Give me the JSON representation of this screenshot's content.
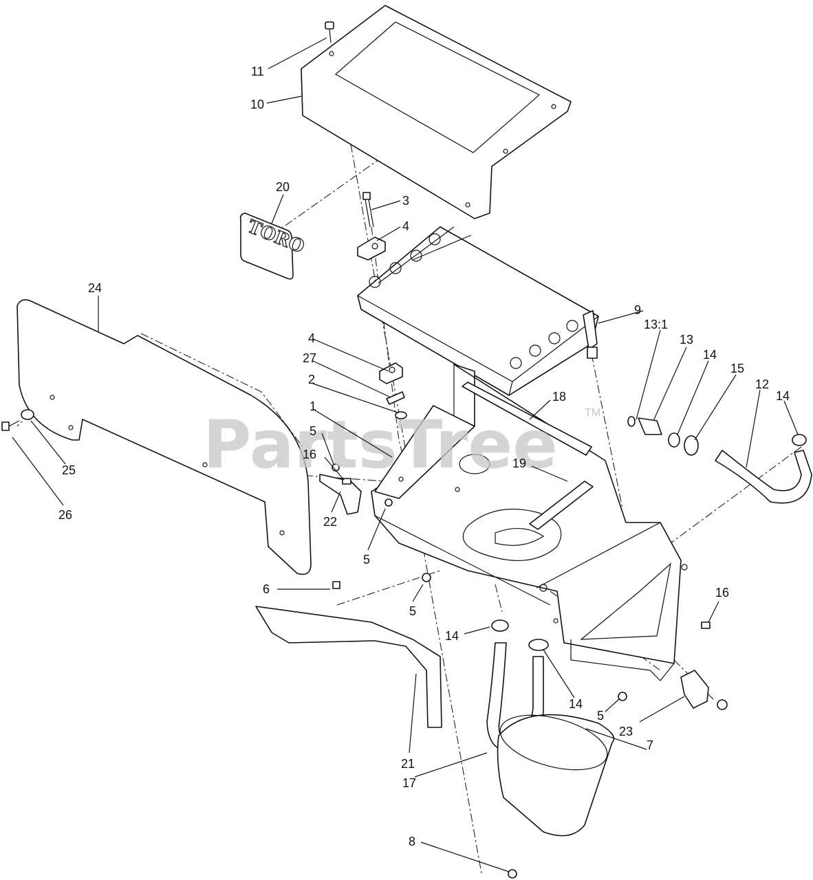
{
  "watermark": {
    "text": "PartsTree",
    "tm": "TM"
  },
  "colors": {
    "line": "#111111",
    "watermark": "#c8c8c8",
    "background": "#ffffff"
  },
  "decal_logo_text": "TORO",
  "callouts": [
    {
      "id": "c11",
      "label": "11"
    },
    {
      "id": "c10",
      "label": "10"
    },
    {
      "id": "c20",
      "label": "20"
    },
    {
      "id": "c3",
      "label": "3"
    },
    {
      "id": "c4a",
      "label": "4"
    },
    {
      "id": "c24",
      "label": "24"
    },
    {
      "id": "c9",
      "label": "9"
    },
    {
      "id": "c13_1",
      "label": "13:1"
    },
    {
      "id": "c13",
      "label": "13"
    },
    {
      "id": "c14a",
      "label": "14"
    },
    {
      "id": "c15",
      "label": "15"
    },
    {
      "id": "c12",
      "label": "12"
    },
    {
      "id": "c14b",
      "label": "14"
    },
    {
      "id": "c4b",
      "label": "4"
    },
    {
      "id": "c27",
      "label": "27"
    },
    {
      "id": "c2",
      "label": "2"
    },
    {
      "id": "c18",
      "label": "18"
    },
    {
      "id": "c1",
      "label": "1"
    },
    {
      "id": "c5a",
      "label": "5"
    },
    {
      "id": "c16a",
      "label": "16"
    },
    {
      "id": "c19",
      "label": "19"
    },
    {
      "id": "c25",
      "label": "25"
    },
    {
      "id": "c26",
      "label": "26"
    },
    {
      "id": "c22",
      "label": "22"
    },
    {
      "id": "c5b",
      "label": "5"
    },
    {
      "id": "c6",
      "label": "6"
    },
    {
      "id": "c5c",
      "label": "5"
    },
    {
      "id": "c16b",
      "label": "16"
    },
    {
      "id": "c14c",
      "label": "14"
    },
    {
      "id": "c14d",
      "label": "14"
    },
    {
      "id": "c5d",
      "label": "5"
    },
    {
      "id": "c23",
      "label": "23"
    },
    {
      "id": "c7",
      "label": "7"
    },
    {
      "id": "c21",
      "label": "21"
    },
    {
      "id": "c17",
      "label": "17"
    },
    {
      "id": "c8",
      "label": "8"
    }
  ]
}
